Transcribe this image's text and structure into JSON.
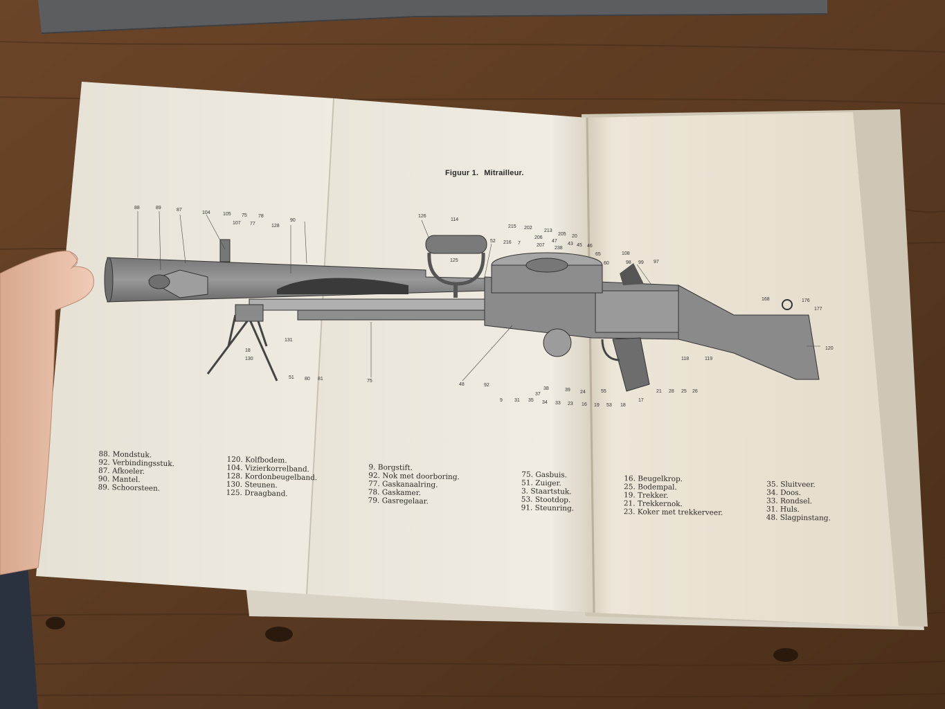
{
  "figure": {
    "title_number": "Figuur 1.",
    "title_text": "Mitrailleur."
  },
  "callouts": [
    "88",
    "89",
    "87",
    "104",
    "105",
    "107",
    "75",
    "77",
    "78",
    "128",
    "90",
    "126",
    "114",
    "52",
    "215",
    "202",
    "216",
    "7",
    "206",
    "207",
    "213",
    "205",
    "47",
    "238",
    "20",
    "43",
    "46",
    "45",
    "65",
    "60",
    "108",
    "98",
    "99",
    "97",
    "125",
    "131",
    "18",
    "130",
    "51",
    "80",
    "81",
    "75",
    "48",
    "92",
    "9",
    "31",
    "35",
    "37",
    "38",
    "34",
    "33",
    "23",
    "39",
    "24",
    "16",
    "19",
    "53",
    "18",
    "55",
    "17",
    "21",
    "28",
    "25",
    "26",
    "118",
    "119",
    "168",
    "176",
    "177",
    "120"
  ],
  "legend": {
    "col1": [
      "88. Mondstuk.",
      "92. Verbindingsstuk.",
      "87. Afkoeler.",
      "90. Mantel.",
      "89. Schoorsteen."
    ],
    "col2": [
      "120. Kolfbodem.",
      "104. Vizierkorrelband.",
      "128. Kordonbeugelband.",
      "130. Steunen.",
      "125. Draagband."
    ],
    "col3": [
      "9. Borgstift.",
      "92. Nok met doorboring.",
      "77. Gaskanaalring.",
      "78. Gaskamer.",
      "79. Gasregelaar."
    ],
    "col4": [
      "75. Gasbuis.",
      "51. Zuiger.",
      "3. Staartstuk.",
      "53. Stootdop.",
      "91. Steunring."
    ],
    "col5": [
      "16. Beugelkrop.",
      "25. Bodempal.",
      "19. Trekker.",
      "21. Trekkernok.",
      "23. Koker met trekkerveer."
    ],
    "col6": [
      "35. Sluitveer.",
      "34. Doos.",
      "33. Rondsel.",
      "31. Huls.",
      "48. Slagpinstang."
    ]
  },
  "colors": {
    "wood": "#5a3a22",
    "paper": "#ece6d8",
    "ink": "#2a2824"
  }
}
